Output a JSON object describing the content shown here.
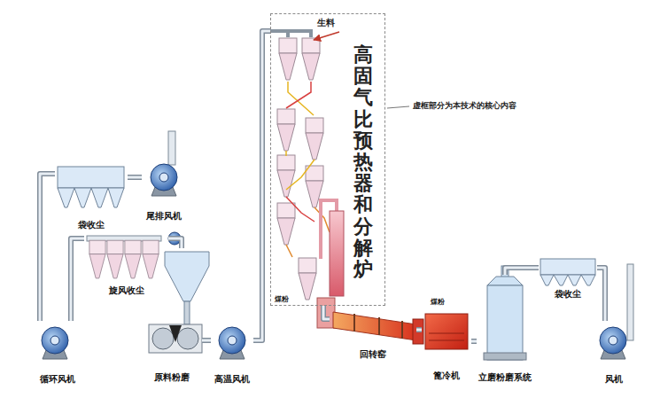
{
  "diagram": {
    "nodes": [
      {
        "text": [
          "袋收尘"
        ]
      },
      {
        "text": [
          "尾排风机"
        ]
      },
      {
        "text": [
          "旋风收尘"
        ]
      },
      {
        "text": [
          "循环风机"
        ]
      },
      {
        "text": [
          "原料粉磨"
        ]
      },
      {
        "text": [
          "高温风机"
        ]
      },
      {
        "text": [
          "高固气比预热器和分解炉"
        ]
      },
      {
        "text": [
          "回转窑"
        ]
      },
      {
        "text": [
          "篦冷机"
        ]
      },
      {
        "text": [
          "立磨粉磨系统"
        ]
      },
      {
        "text": [
          "袋收尘"
        ]
      },
      {
        "text": [
          "风机"
        ]
      }
    ],
    "edges": [
      {
        "from": 3,
        "to": 0,
        "arrow": "none"
      },
      {
        "from": 0,
        "to": 1,
        "arrow": "none"
      },
      {
        "from": 2,
        "to": 3,
        "arrow": "none"
      },
      {
        "from": 4,
        "to": 2,
        "arrow": "none"
      },
      {
        "from": 5,
        "to": 4,
        "arrow": "none"
      },
      {
        "from": 6,
        "to": 5,
        "arrow": "none"
      },
      {
        "from": 6,
        "to": 7,
        "arrow": "none"
      },
      {
        "from": 7,
        "to": 8,
        "arrow": "none"
      },
      {
        "from": 8,
        "to": 9,
        "arrow": "none"
      },
      {
        "from": 9,
        "to": 10,
        "arrow": "none"
      },
      {
        "from": 10,
        "to": 11,
        "arrow": "none"
      }
    ],
    "labels": [
      "生料",
      "虚框部分为本技术的核心内容",
      "煤粉",
      "煤粉"
    ]
  }
}
